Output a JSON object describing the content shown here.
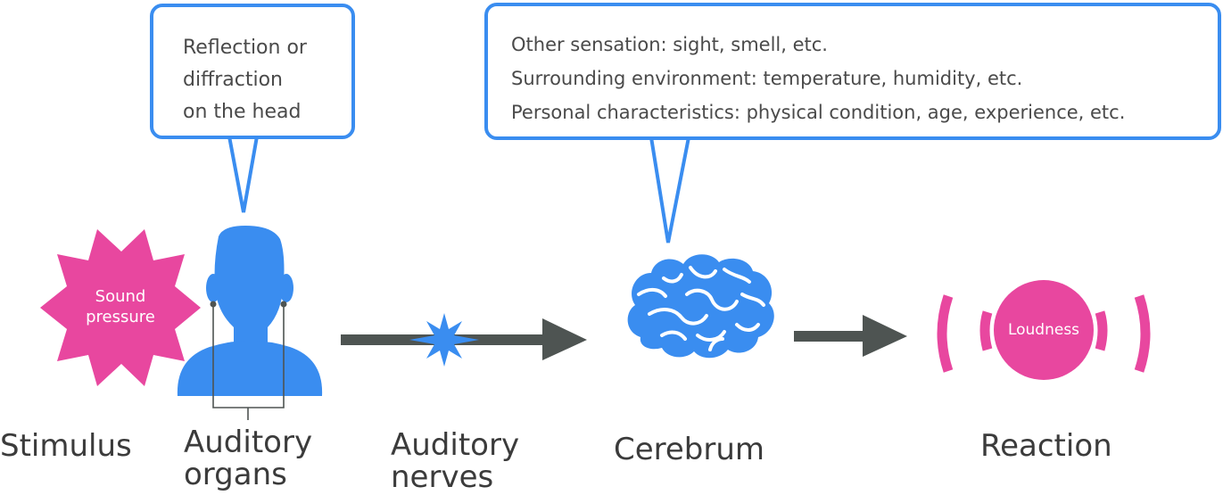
{
  "bubbles": {
    "head": [
      "Reflection or",
      "diffraction",
      "on the head"
    ],
    "brain": [
      "Other sensation: sight, smell, etc.",
      "Surrounding environment: temperature, humidity, etc.",
      "Personal characteristics: physical condition, age, experience, etc."
    ]
  },
  "stimulus_burst": {
    "line1": "Sound",
    "line2": "pressure"
  },
  "loudness_label": "Loudness",
  "labels": {
    "stimulus": "Stimulus",
    "organs_line1": "Auditory",
    "organs_line2": "organs",
    "nerves_line1": "Auditory",
    "nerves_line2": "nerves",
    "cerebrum": "Cerebrum",
    "reaction": "Reaction"
  },
  "colors": {
    "blue": "#3a8df0",
    "pink": "#e8479f",
    "arrow_gray": "#4e5452",
    "text_gray": "#3b3b3b"
  }
}
